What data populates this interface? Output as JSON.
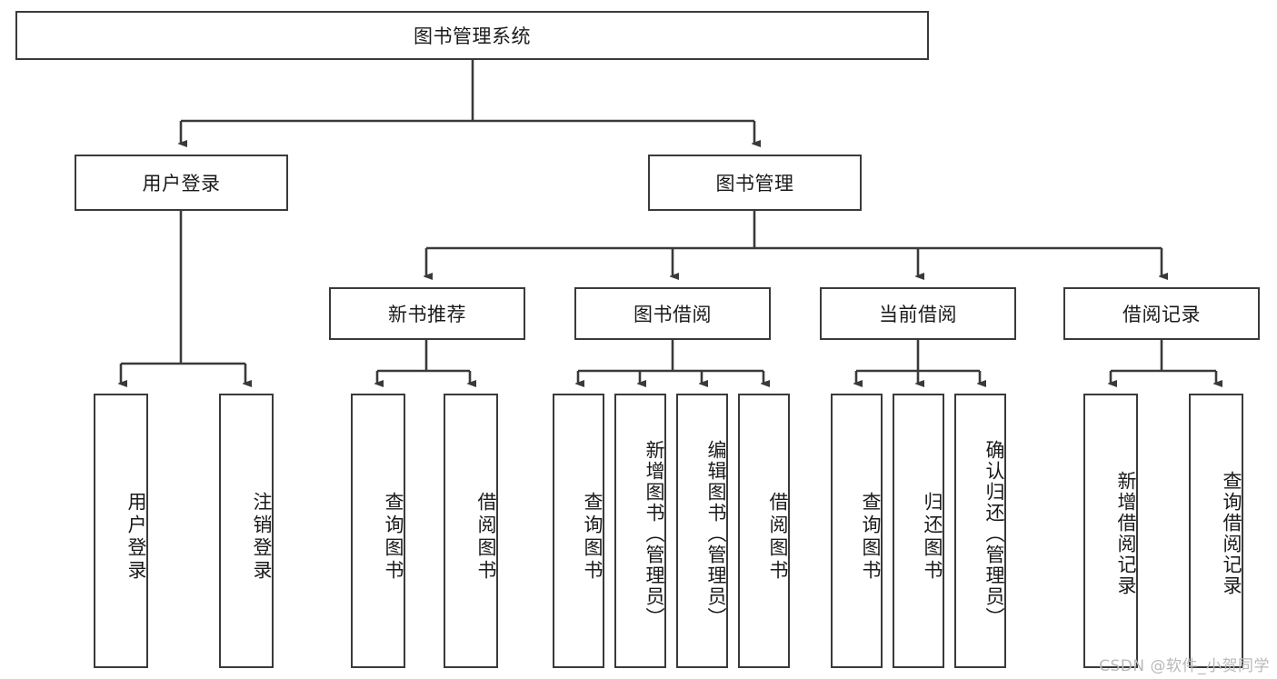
{
  "diagram": {
    "title": "图书管理系统",
    "type": "tree-hierarchy-functional-structure",
    "root": {
      "label": "图书管理系统"
    },
    "level2": [
      {
        "label": "用户登录"
      },
      {
        "label": "图书管理"
      }
    ],
    "level3": [
      {
        "label": "新书推荐"
      },
      {
        "label": "图书借阅"
      },
      {
        "label": "当前借阅"
      },
      {
        "label": "借阅记录"
      }
    ],
    "leaves": {
      "user_login": [
        {
          "label": "用户登录"
        },
        {
          "label": "注销登录"
        }
      ],
      "new_book_recommend": [
        {
          "label": "查询图书"
        },
        {
          "label": "借阅图书"
        }
      ],
      "book_borrow": [
        {
          "label": "查询图书"
        },
        {
          "label": "新增图书（管理员）"
        },
        {
          "label": "编辑图书（管理员）"
        },
        {
          "label": "借阅图书"
        }
      ],
      "current_borrow": [
        {
          "label": "查询图书"
        },
        {
          "label": "归还图书"
        },
        {
          "label": "确认归还（管理员）"
        }
      ],
      "borrow_record": [
        {
          "label": "新增借阅记录"
        },
        {
          "label": "查询借阅记录"
        }
      ]
    }
  },
  "watermark": {
    "text": "CSDN @软件_小贺同学"
  },
  "colors": {
    "border": "#3a3a3a",
    "background": "#ffffff",
    "text": "#1a1a1a",
    "watermark": "#b9b9b9"
  }
}
